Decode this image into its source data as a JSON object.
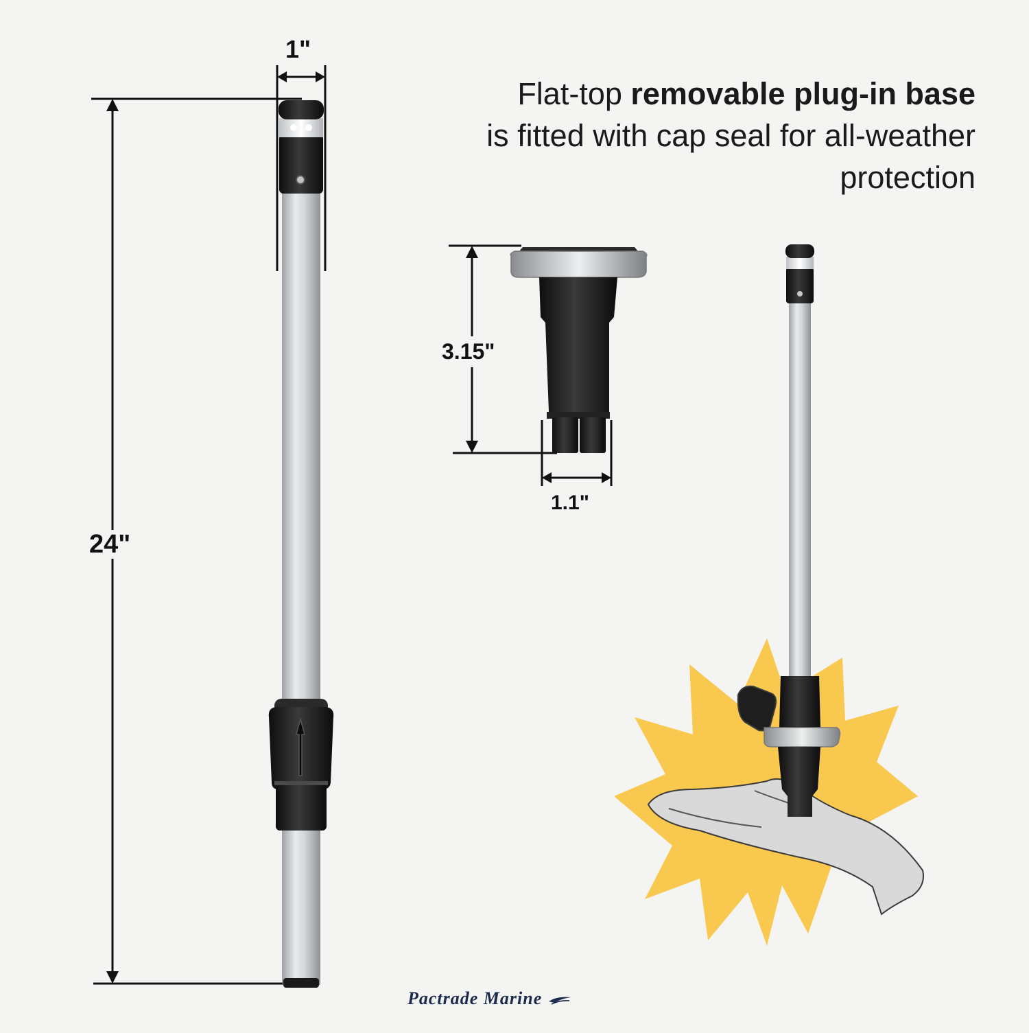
{
  "dimensions": {
    "pole_width": "1\"",
    "pole_height": "24\"",
    "base_height": "3.15\"",
    "base_width": "1.1\""
  },
  "headline": {
    "prefix": "Flat-top ",
    "emphasis": "removable plug-in base",
    "rest": "is fitted with cap seal for all-weather protection"
  },
  "brand": "Pactrade Marine",
  "colors": {
    "background": "#f4f4f2",
    "burst": "#f9c84e",
    "pole": "#cfd2d4",
    "black_part": "#1c1c1c",
    "brand": "#1b2a4a"
  }
}
